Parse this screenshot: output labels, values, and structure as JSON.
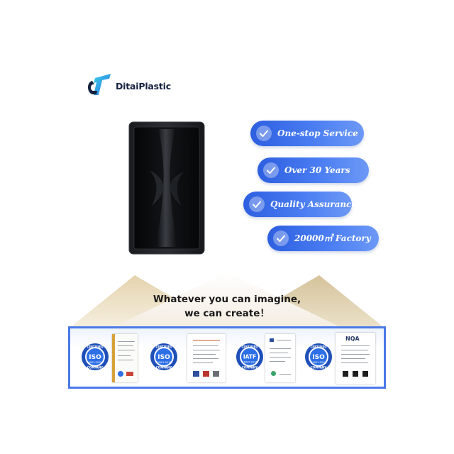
{
  "brand": {
    "name": "DitaiPlastic",
    "colors": {
      "dark": "#15223f",
      "blue": "#2d6fe6",
      "cyan": "#3ad1e6"
    }
  },
  "features": [
    {
      "label": "One-stop Service",
      "icon": "check-icon"
    },
    {
      "label": "Over 30 Years",
      "icon": "check-icon"
    },
    {
      "label": "Quality Assurance",
      "icon": "check-icon"
    },
    {
      "label": "20000㎡ Factory",
      "icon": "check-icon"
    }
  ],
  "slogan": {
    "line1": "Whatever you can imagine,",
    "line2": "we can create！"
  },
  "certificates": {
    "badges": [
      {
        "top": "CERTIFIED",
        "main": "ISO",
        "sub": "9001:2015",
        "bottom": "COMPANY"
      },
      {
        "top": "CERTIFIED",
        "main": "ISO",
        "sub": "14001:2015",
        "bottom": "COMPANY"
      },
      {
        "top": "CERTIFIED",
        "main": "IATF",
        "sub": "16949:2016",
        "bottom": "COMPANY"
      },
      {
        "top": "CERTIFIED",
        "main": "ISO",
        "sub": "45001:2018",
        "bottom": "COMPANY"
      }
    ],
    "doc_header": "NQA",
    "colors": {
      "frame": "#4a79e8",
      "badge_outer": "#1f4fb8",
      "badge_inner": "#2d6fe6"
    }
  }
}
